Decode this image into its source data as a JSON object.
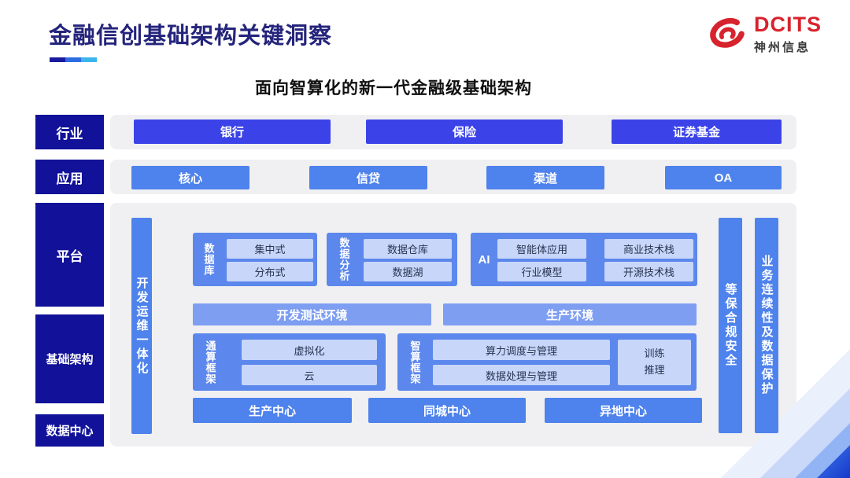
{
  "page": {
    "title": "金融信创基础架构关键洞察",
    "subtitle": "面向智算化的新一代金融级基础架构"
  },
  "logo": {
    "brand": "DCITS",
    "company": "神州信息"
  },
  "sidebar": {
    "items": [
      {
        "label": "行业"
      },
      {
        "label": "应用"
      },
      {
        "label": "平台"
      },
      {
        "label": "基础架构"
      },
      {
        "label": "数据中心"
      }
    ]
  },
  "industry_row": {
    "items": [
      {
        "label": "银行"
      },
      {
        "label": "保险"
      },
      {
        "label": "证券基金"
      }
    ]
  },
  "application_row": {
    "items": [
      {
        "label": "核心"
      },
      {
        "label": "信贷"
      },
      {
        "label": "渠道"
      },
      {
        "label": "OA"
      }
    ]
  },
  "platform": {
    "devops_bar": "开发运维一体化",
    "security_bar": "等保合规安全",
    "continuity_bar": "业务连续性及数据保护",
    "database": {
      "label": "数据库",
      "items": [
        {
          "label": "集中式"
        },
        {
          "label": "分布式"
        }
      ]
    },
    "analytics": {
      "label": "数据分析",
      "items": [
        {
          "label": "数据仓库"
        },
        {
          "label": "数据湖"
        }
      ]
    },
    "ai": {
      "label": "AI",
      "items": [
        {
          "label": "智能体应用"
        },
        {
          "label": "商业技术栈"
        },
        {
          "label": "行业模型"
        },
        {
          "label": "开源技术栈"
        }
      ]
    },
    "environments": [
      {
        "label": "开发测试环境"
      },
      {
        "label": "生产环境"
      }
    ],
    "general_compute": {
      "label": "通算框架",
      "items": [
        {
          "label": "虚拟化"
        },
        {
          "label": "云"
        }
      ]
    },
    "intelligent_compute": {
      "label": "智算框架",
      "items": [
        {
          "label": "算力调度与管理"
        },
        {
          "label": "数据处理与管理"
        }
      ],
      "side_box": "训练推理"
    },
    "centers": [
      {
        "label": "生产中心"
      },
      {
        "label": "同城中心"
      },
      {
        "label": "异地中心"
      }
    ]
  },
  "colors": {
    "sidebar_navy": "#111199",
    "industry_blue": "#3b43e8",
    "application_blue": "#4e82ec",
    "group_blue": "#5c87ec",
    "env_blue": "#7e9ef2",
    "light_box": "#c7d6f9",
    "panel_gray": "#f0f0f2",
    "title_navy": "#24247c",
    "logo_red": "#d7232d",
    "underline_segments": [
      "#1a1aa0",
      "#2e6ce4",
      "#3cb4ec"
    ]
  }
}
